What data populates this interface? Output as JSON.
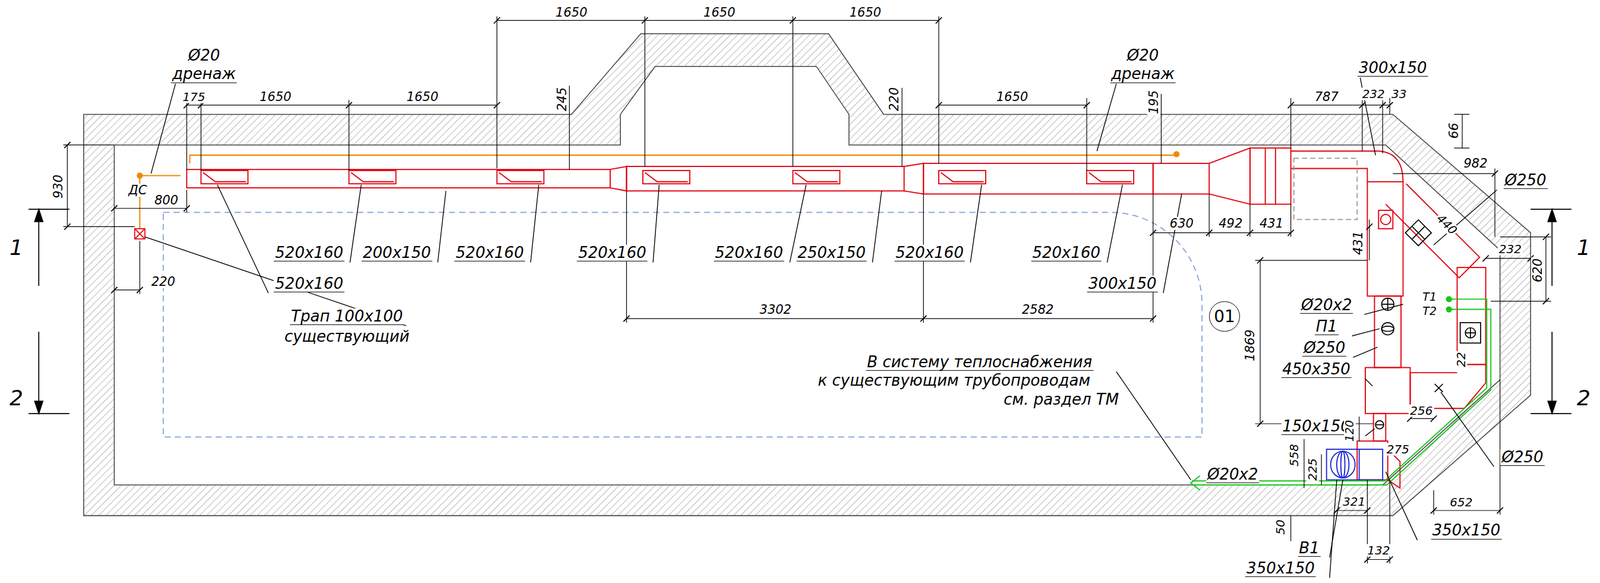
{
  "diagram": {
    "nodes": [
      {
        "text": [
          "01"
        ]
      }
    ],
    "labels": [
      "Ø20",
      "дренаж",
      "175",
      "1650",
      "1650",
      "1650",
      "1650",
      "1650",
      "245",
      "220",
      "1650",
      "195",
      "Ø20",
      "дренаж",
      "300x150",
      "787",
      "232",
      "33",
      "66",
      "982",
      "ДС",
      "800",
      "930",
      "1",
      "2",
      "1",
      "2",
      "220",
      "520x160",
      "200x150",
      "520x160",
      "520x160",
      "520x160",
      "250x150",
      "520x160",
      "520x160",
      "520x160",
      "300x150",
      "Трап 100х100",
      "существующий",
      "630",
      "492",
      "431",
      "3302",
      "2582",
      "Ø250",
      "440",
      "232",
      "620",
      "431",
      "1869",
      "Ø20x2",
      "Т1",
      "Т2",
      "П1",
      "Ø250",
      "450x350",
      "В систему теплоснабжения",
      "к существующим трубопроводам",
      "см. раздел ТМ",
      "150x150",
      "120",
      "256",
      "22",
      "275",
      "Ø20x2",
      "558",
      "225",
      "Ø250",
      "652",
      "350x150",
      "50",
      "321",
      "132",
      "В1",
      "350x150"
    ]
  }
}
